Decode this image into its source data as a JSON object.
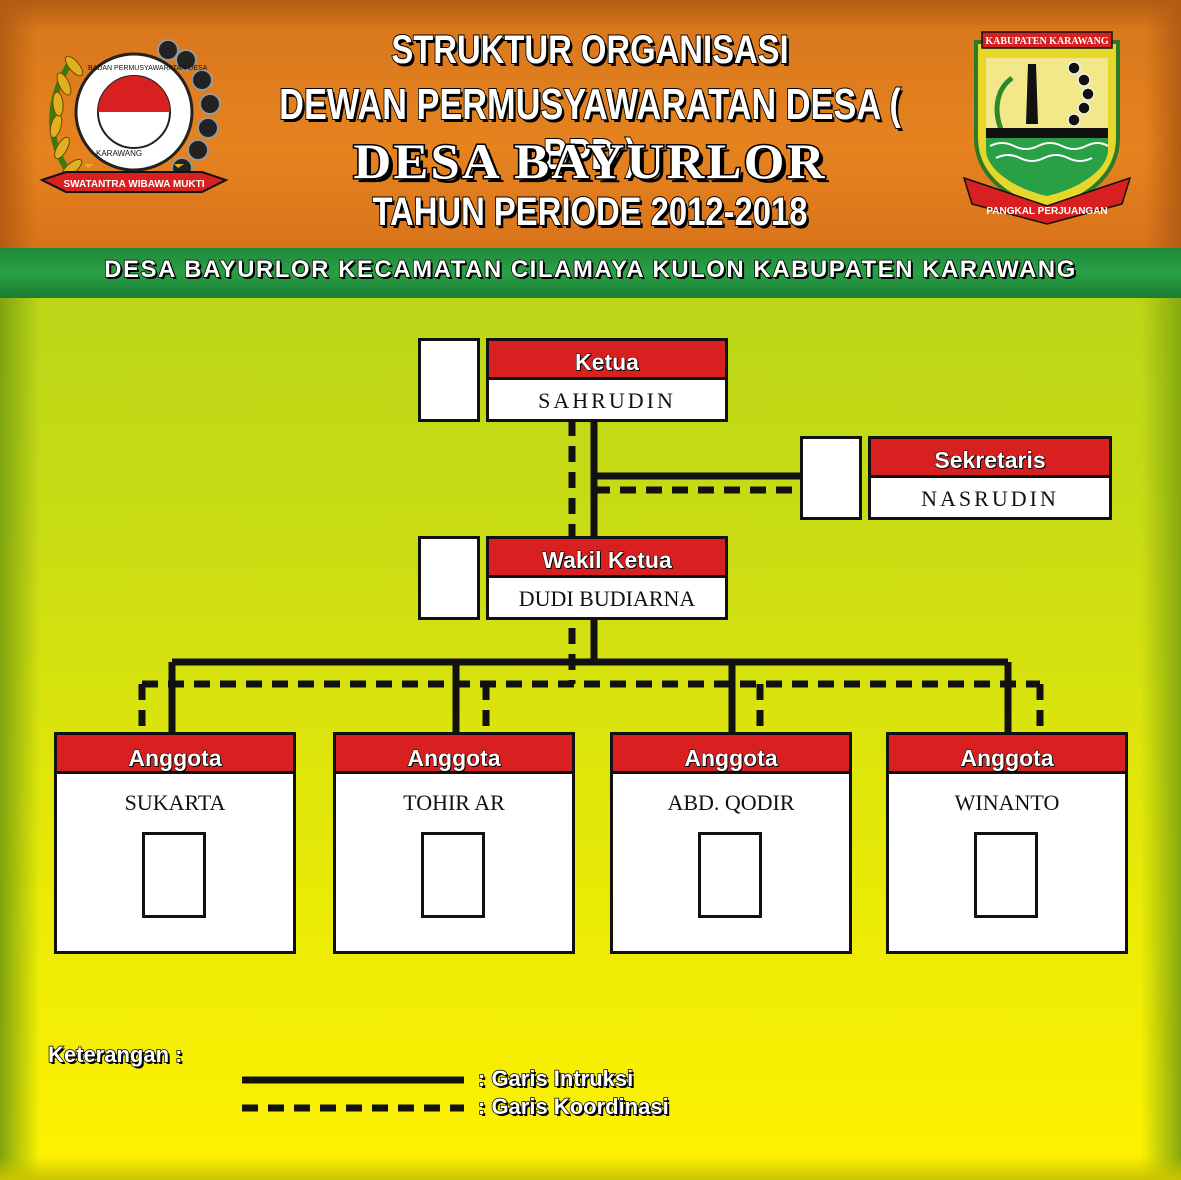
{
  "header": {
    "title_line1": "STRUKTUR ORGANISASI",
    "title_line2": "DEWAN PERMUSYAWARATAN DESA ( BPD )",
    "title_line3": "DESA BAYURLOR",
    "title_line4": "TAHUN PERIODE 2012-2018",
    "subtitle": "DESA BAYURLOR KECAMATAN CILAMAYA KULON KABUPATEN KARAWANG"
  },
  "logo_left": {
    "ring_text_top": "BADAN PERMUSYAWARATAN DESA",
    "ring_text_bottom": "KARAWANG",
    "ribbon": "SWATANTRA WIBAWA MUKTI"
  },
  "logo_right": {
    "top_banner": "KABUPATEN KARAWANG",
    "bottom_ribbon": "PANGKAL PERJUANGAN"
  },
  "chart": {
    "ketua": {
      "role": "Ketua",
      "name": "SAHRUDIN"
    },
    "sekretaris": {
      "role": "Sekretaris",
      "name": "NASRUDIN"
    },
    "wakil": {
      "role": "Wakil Ketua",
      "name": "DUDI BUDIARNA"
    },
    "members": [
      {
        "role": "Anggota",
        "name": "SUKARTA"
      },
      {
        "role": "Anggota",
        "name": "TOHIR AR"
      },
      {
        "role": "Anggota",
        "name": "ABD. QODIR"
      },
      {
        "role": "Anggota",
        "name": "WINANTO"
      }
    ]
  },
  "legend": {
    "title": "Keterangan :",
    "solid": ": Garis Intruksi",
    "dashed": ": Garis Koordinasi"
  },
  "colors": {
    "header_orange": "#e6831f",
    "bar_green": "#2aa046",
    "role_red": "#d7201f"
  }
}
